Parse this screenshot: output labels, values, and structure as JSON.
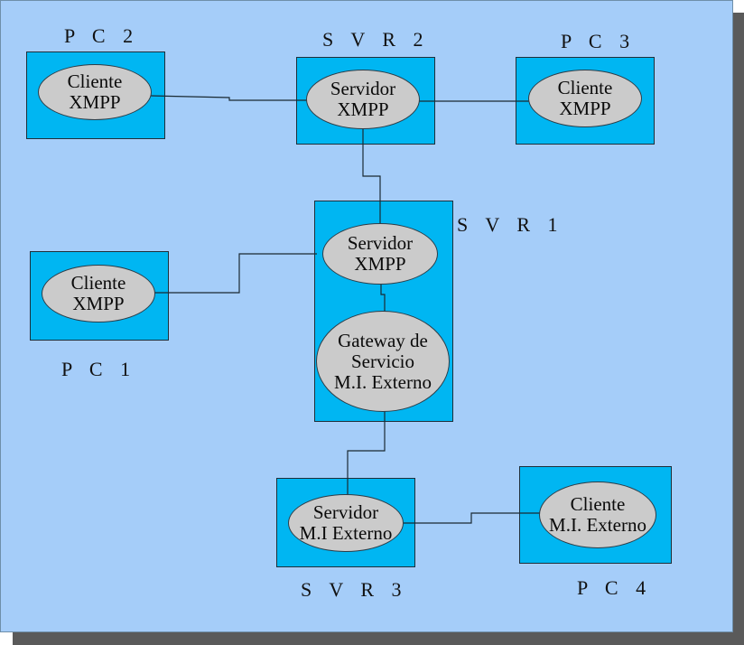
{
  "diagram": {
    "labels": {
      "pc2": "P C 2",
      "svr2": "S V R  2",
      "pc3": "P C 3",
      "svr1": "S V R  1",
      "pc1": "P C 1",
      "svr3": "S V R  3",
      "pc4": "P C 4"
    },
    "nodes": {
      "pc2_client": "Cliente\nXMPP",
      "svr2_server": "Servidor\nXMPP",
      "pc3_client": "Cliente\nXMPP",
      "svr1_server": "Servidor\nXMPP",
      "pc1_client": "Cliente\nXMPP",
      "svr1_gateway": "Gateway de\nServicio\nM.I. Externo",
      "svr3_server": "Servidor\nM.I Externo",
      "pc4_client": "Cliente\nM.I. Externo"
    },
    "colors": {
      "background": "#a5cdf9",
      "box": "#00b6f2",
      "node": "#cbcbcb"
    }
  }
}
